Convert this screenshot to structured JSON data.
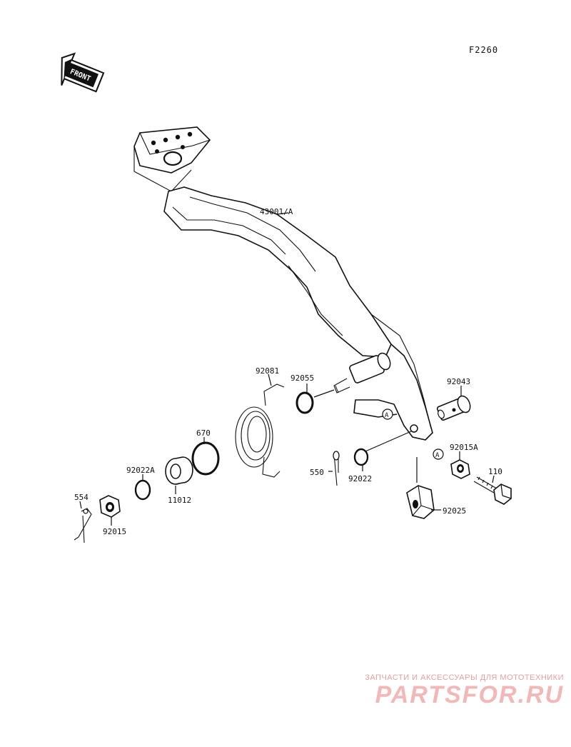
{
  "figure_code": "F2260",
  "front_badge": "FRONT",
  "callout_marker": "A",
  "parts": {
    "p43001A": "43001/A",
    "p92081": "92081",
    "p92055": "92055",
    "p92043": "92043",
    "p670": "670",
    "p92022A": "92022A",
    "p11012": "11012",
    "p554": "554",
    "p92015": "92015",
    "p550": "550",
    "p92022": "92022",
    "p92015A": "92015A",
    "p110": "110",
    "p92025": "92025"
  },
  "watermark": {
    "tagline": "ЗАПЧАСТИ И АКСЕССУАРЫ ДЛЯ МОТОТЕХНИКИ",
    "brand": "PARTSFOR.RU"
  }
}
